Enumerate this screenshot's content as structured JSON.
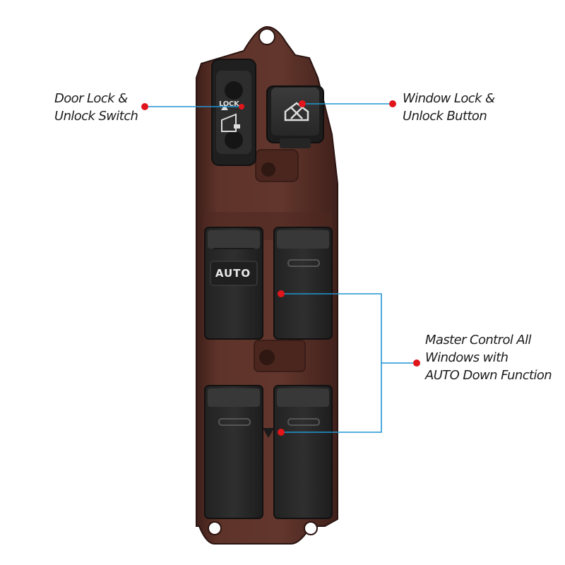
{
  "callouts": {
    "door_lock": {
      "line1": "Door Lock &",
      "line2": "Unlock Switch"
    },
    "window_lock": {
      "line1": "Window Lock &",
      "line2": "Unlock Button"
    },
    "master_control": {
      "line1": "Master Control  All",
      "line2": "Windows with",
      "line3": "AUTO Down Function"
    }
  },
  "switch_labels": {
    "lock": "LOCK",
    "auto": "AUTO"
  },
  "colors": {
    "panel": "#5a2f28",
    "button": "#2b2b2b",
    "leader_line": "#2196d3",
    "marker_dot": "#e0161c",
    "text": "#1c1c1c"
  }
}
